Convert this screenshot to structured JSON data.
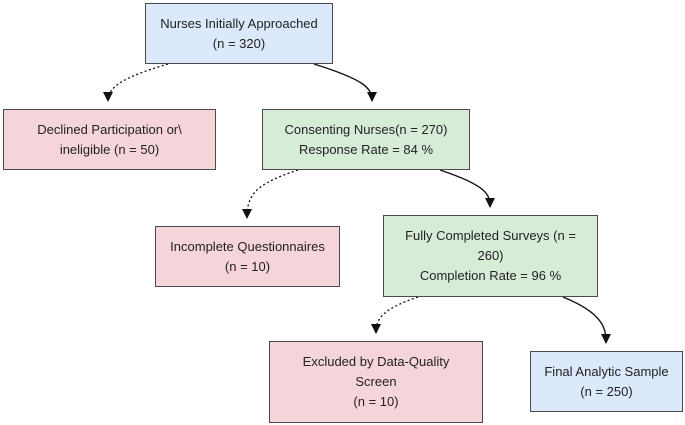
{
  "nodes": {
    "approached": {
      "lines": [
        "Nurses Initially Approached",
        "(n = 320)"
      ],
      "fill": "#dbe9fb"
    },
    "declined": {
      "lines": [
        "Declined Participation or\\",
        "ineligible (n = 50)"
      ],
      "fill": "#f5d5da"
    },
    "consenting": {
      "lines": [
        "Consenting Nurses(n = 270)",
        "Response Rate = 84 %"
      ],
      "fill": "#d6ecd6"
    },
    "incomplete": {
      "lines": [
        "Incomplete Questionnaires",
        "(n = 10)"
      ],
      "fill": "#f5d5da"
    },
    "complete": {
      "lines": [
        "Fully Completed Surveys (n =",
        "260)",
        "Completion Rate = 96 %"
      ],
      "fill": "#d6ecd6"
    },
    "excluded": {
      "lines": [
        "Excluded by Data-Quality",
        "Screen",
        "(n = 10)"
      ],
      "fill": "#f5d5da"
    },
    "final": {
      "lines": [
        "Final Analytic Sample",
        "(n = 250)"
      ],
      "fill": "#dbe9fb"
    }
  },
  "edges": [
    {
      "from": "approached",
      "to": "declined",
      "style": "dotted"
    },
    {
      "from": "approached",
      "to": "consenting",
      "style": "solid"
    },
    {
      "from": "consenting",
      "to": "incomplete",
      "style": "dotted"
    },
    {
      "from": "consenting",
      "to": "complete",
      "style": "solid"
    },
    {
      "from": "complete",
      "to": "excluded",
      "style": "dotted"
    },
    {
      "from": "complete",
      "to": "final",
      "style": "solid"
    }
  ],
  "colors": {
    "border": "#4a4a4a",
    "edge": "#111111",
    "text": "#222222"
  }
}
